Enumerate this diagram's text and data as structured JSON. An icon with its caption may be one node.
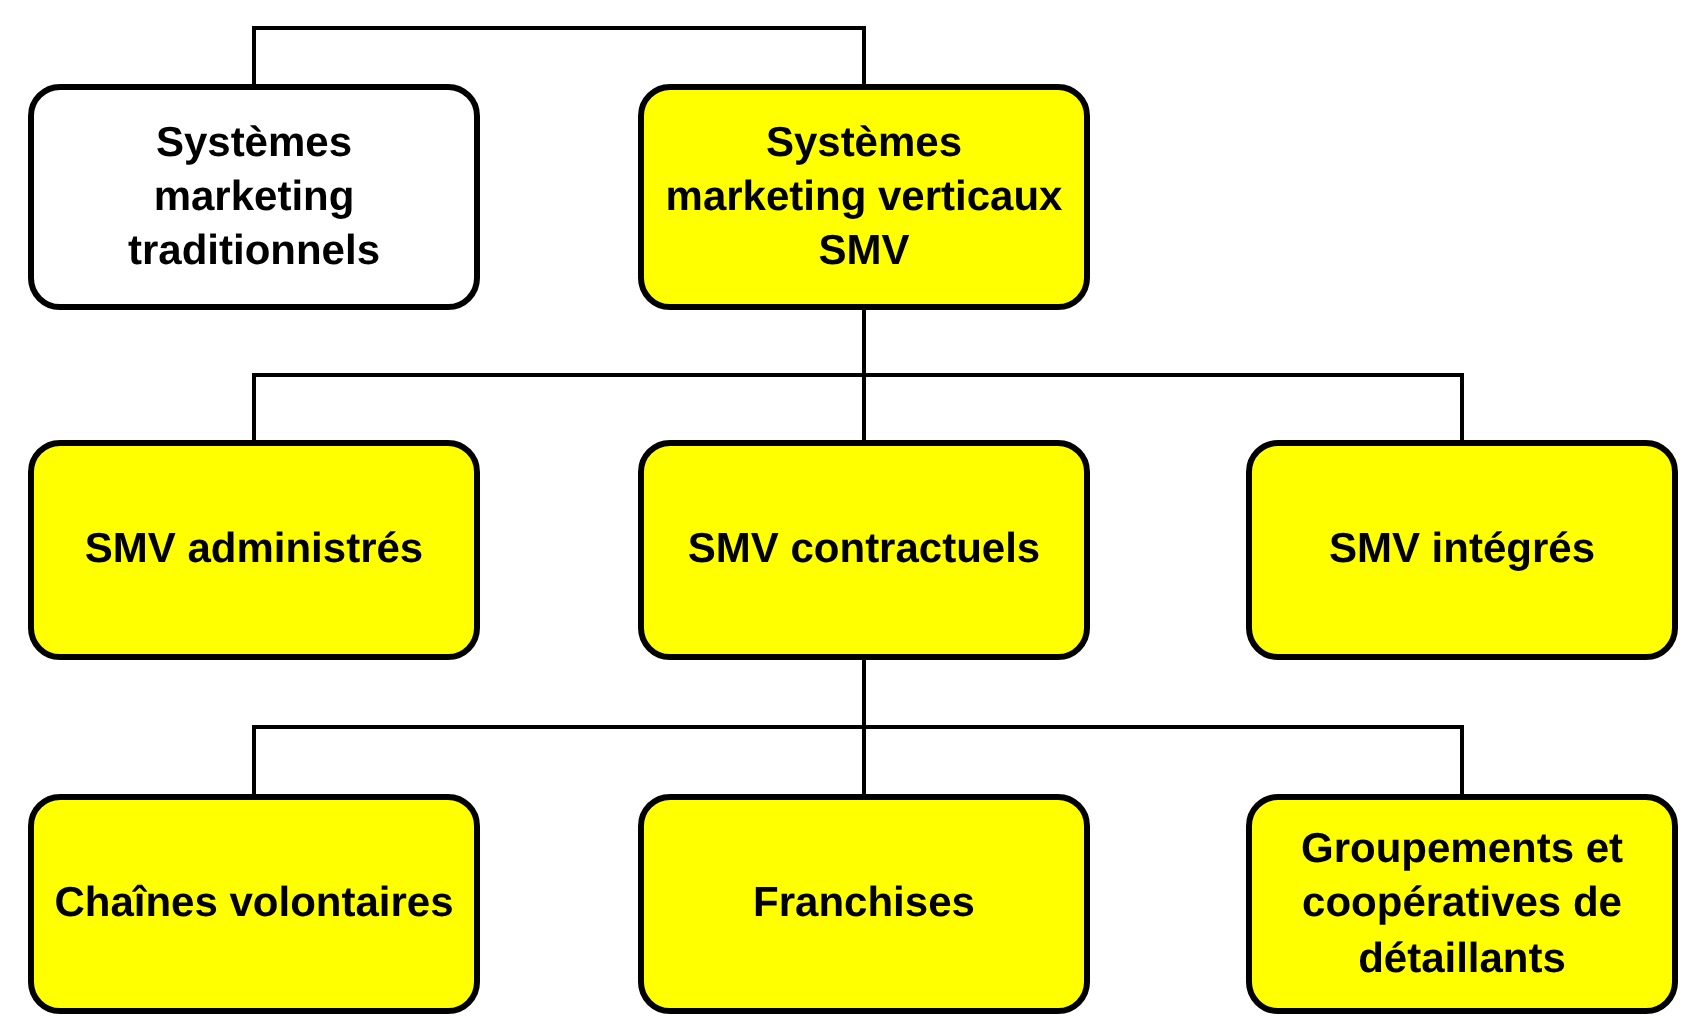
{
  "diagram": {
    "nodes": [
      {
        "text": [
          "Systèmes marketing traditionnels"
        ]
      },
      {
        "text": [
          "Systèmes marketing verticaux SMV"
        ]
      },
      {
        "text": [
          "SMV administrés"
        ]
      },
      {
        "text": [
          "SMV contractuels"
        ]
      },
      {
        "text": [
          "SMV intégrés"
        ]
      },
      {
        "text": [
          "Chaînes volontaires"
        ]
      },
      {
        "text": [
          "Franchises"
        ]
      },
      {
        "text": [
          "Groupements et coopératives de détaillants"
        ]
      }
    ],
    "edges": [
      {
        "from": 0,
        "to": 1,
        "arrow": "none"
      },
      {
        "from": 1,
        "to": 2,
        "arrow": "none"
      },
      {
        "from": 1,
        "to": 3,
        "arrow": "none"
      },
      {
        "from": 1,
        "to": 4,
        "arrow": "none"
      },
      {
        "from": 3,
        "to": 5,
        "arrow": "none"
      },
      {
        "from": 3,
        "to": 6,
        "arrow": "none"
      },
      {
        "from": 3,
        "to": 7,
        "arrow": "none"
      }
    ]
  }
}
